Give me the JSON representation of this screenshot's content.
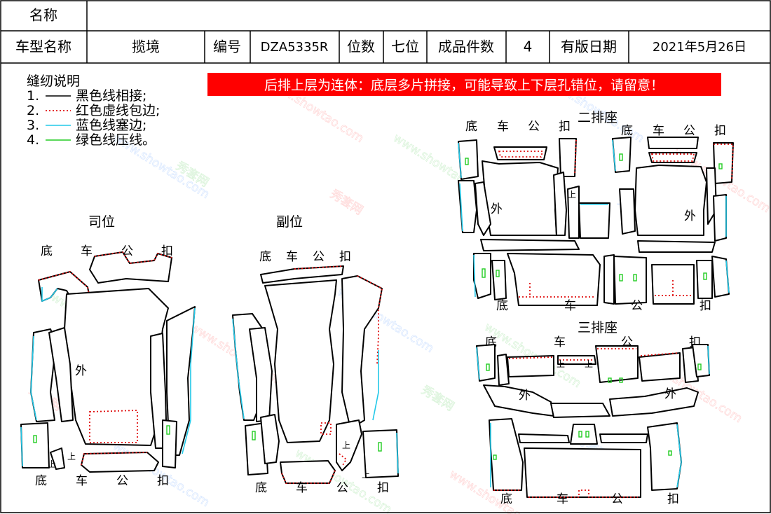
{
  "header": {
    "name_label": "名称",
    "name_value": "",
    "model_label": "车型名称",
    "model_value": "揽境",
    "code_label": "编号",
    "code_value": "DZA5335R",
    "seats_label": "位数",
    "seats_value": "七位",
    "pieces_label": "成品件数",
    "pieces_value": "4",
    "date_label": "有版日期",
    "date_value": "2021年5月26日"
  },
  "legend": {
    "title": "缝纫说明",
    "items": [
      {
        "num": "1.",
        "text": "黑色线相接;",
        "color": "#000000",
        "style": "solid"
      },
      {
        "num": "2.",
        "text": "红色虚线包边;",
        "color": "#e01010",
        "style": "dotted"
      },
      {
        "num": "3.",
        "text": "蓝色线塞边;",
        "color": "#22c8e8",
        "style": "solid"
      },
      {
        "num": "4.",
        "text": "绿色线压线。",
        "color": "#22cc22",
        "style": "solid"
      }
    ]
  },
  "warning": {
    "text": "后排上层为连体：底层多片拼接，可能导致上下层孔错位，请留意！",
    "bg": "#ff0000",
    "fg": "#ffffff"
  },
  "sections": {
    "driver": "司位",
    "passenger": "副位",
    "second_row": "二排座",
    "third_row": "三排座"
  },
  "side_labels": {
    "di": "底",
    "che": "车",
    "gong": "公",
    "kou": "扣",
    "wai": "外",
    "shang": "上"
  },
  "watermark": {
    "site": "www.showtao.com",
    "brand": "秀套网"
  }
}
